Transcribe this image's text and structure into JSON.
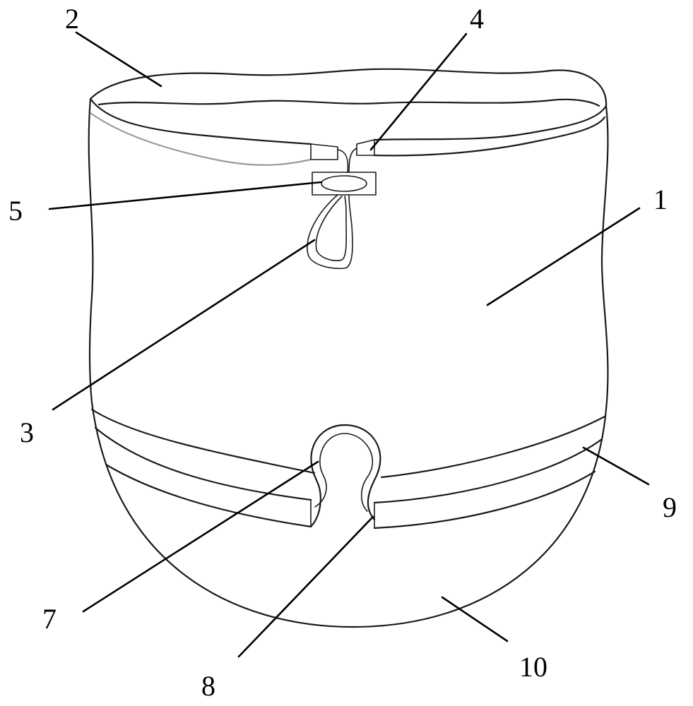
{
  "labels": {
    "l1": "1",
    "l2": "2",
    "l3": "3",
    "l4": "4",
    "l5": "5",
    "l7": "7",
    "l8": "8",
    "l9": "9",
    "l10": "10"
  },
  "colors": {
    "line": "#1a1a1a",
    "rim_inner": "#9a9a9a",
    "background": "#ffffff"
  }
}
